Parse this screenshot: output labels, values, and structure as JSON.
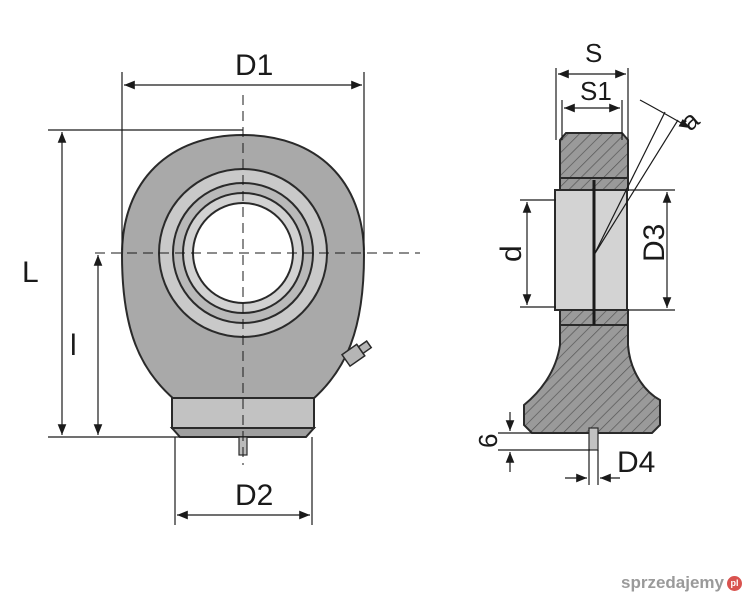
{
  "labels": {
    "D1": "D1",
    "D2": "D2",
    "L": "L",
    "l": "l",
    "S": "S",
    "S1": "S1",
    "a": "a",
    "d": "d",
    "D3": "D3",
    "six": "6",
    "D4": "D4"
  },
  "watermark": {
    "text": "sprzedajemy",
    "badge": "pl"
  },
  "colors": {
    "body_fill": "#a9a9a9",
    "ring_fill": "#c4c4c4",
    "line": "#1a1a1a"
  }
}
